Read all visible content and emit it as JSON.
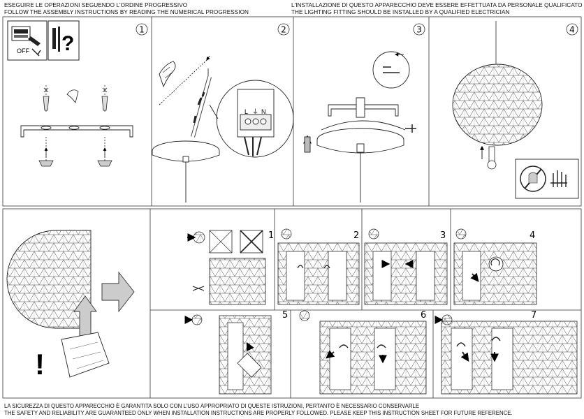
{
  "header": {
    "left_it": "ESEGUIRE LE OPERAZIONI SEGUENDO L'ORDINE PROGRESSIVO",
    "left_en": "FOLLOW THE ASSEMBLY INSTRUCTIONS BY READING THE NUMERICAL PROGRESSION",
    "right_it": "L'INSTALLAZIONE DI QUESTO APPARECCHIO DEVE ESSERE EFFETTUATA DA PERSONALE QUALIFICATO",
    "right_en": "THE LIGHTING FITTING SHOULD BE INSTALLED BY A QUALIFIED ELECTRICIAN"
  },
  "steps_top": [
    "1",
    "2",
    "3",
    "4"
  ],
  "icons_labels": {
    "off": "OFF",
    "question": "?"
  },
  "terminal_labels": {
    "live": "L",
    "earth": "⏚",
    "neutral": "N"
  },
  "steps_bottom": [
    "1",
    "2",
    "3",
    "4",
    "5",
    "6",
    "7"
  ],
  "warning_mark": "!",
  "footer": {
    "it": "LA SICUREZZA DI QUESTO APPARECCHIO È GARANTITA SOLO CON L'USO APPROPRIATO DI QUESTE ISTRUZIONI, PERTANTO È NECESSARIO CONSERVARLE",
    "en": "THE SAFETY AND RELIABILITY ARE GUARANTEED ONLY WHEN INSTALLATION INSTRUCTIONS ARE PROPERLY FOLLOWED. PLEASE KEEP THIS INSTRUCTION SHEET FOR FUTURE REFERENCE."
  }
}
